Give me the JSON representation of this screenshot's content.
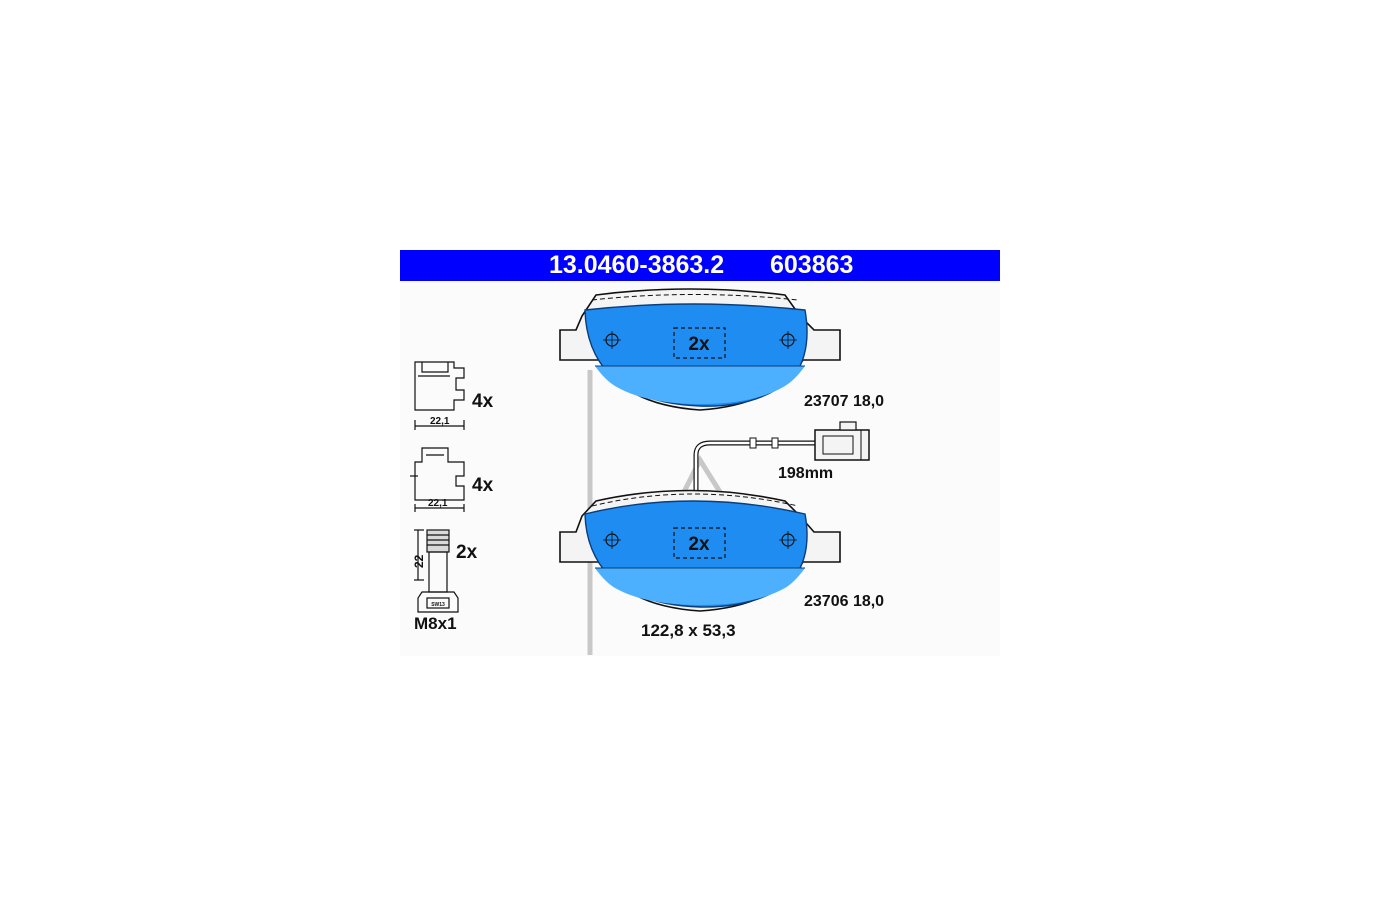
{
  "header": {
    "article_number": "13.0460-3863.2",
    "reference_number": "603863"
  },
  "colors": {
    "header_bg": "#0000ff",
    "pad_fill": "#1e8cf0",
    "pad_band": "#4db0ff",
    "outline": "#111111"
  },
  "top_pad": {
    "quantity": "2x",
    "part_label": "23707 18,0"
  },
  "bottom_pad": {
    "quantity": "2x",
    "part_label": "23706 18,0",
    "dimensions": "122,8 x 53,3"
  },
  "wear_sensor": {
    "length": "198mm"
  },
  "accessories": {
    "clip_a": {
      "quantity": "4x",
      "width": "22,1"
    },
    "clip_b": {
      "quantity": "4x",
      "width": "22,1"
    },
    "bolt": {
      "quantity": "2x",
      "length": "22",
      "thread": "M8x1",
      "wrench_mark": "SW13"
    }
  }
}
